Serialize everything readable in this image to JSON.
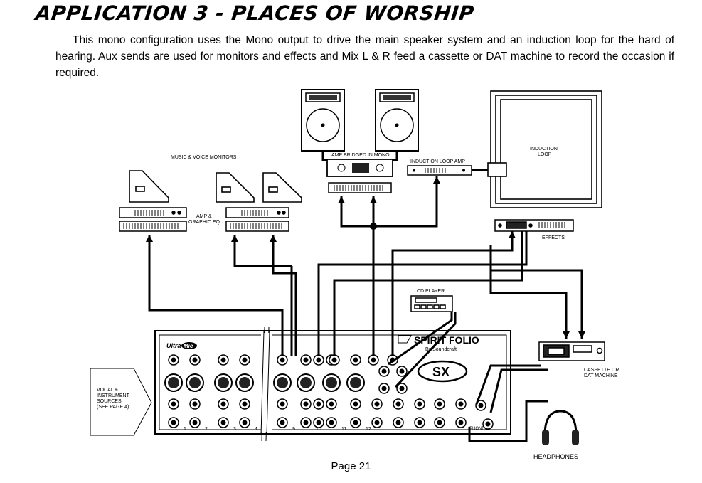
{
  "header": {
    "title": "APPLICATION 3 - PLACES OF WORSHIP",
    "intro": "This mono configuration uses the Mono output to drive the main speaker system and an induction loop for the hard of hearing.  Aux sends are used for monitors and effects and Mix L & R feed a cassette or DAT machine to record the occasion if required."
  },
  "labels": {
    "monitors": "MUSIC & VOICE MONITORS",
    "amp_eq_1": "AMP &",
    "amp_eq_2": "GRAPHIC EQ",
    "amp_bridged": "AMP BRIDGED IN MONO",
    "induction_amp": "INDUCTION LOOP AMP",
    "induction_loop_1": "INDUCTION",
    "induction_loop_2": "LOOP",
    "effects": "EFFECTS",
    "cd_player": "CD PLAYER",
    "cassette_1": "CASSETTE OR",
    "cassette_2": "DAT MACHINE",
    "sources_1": "VOCAL &",
    "sources_2": "INSTRUMENT",
    "sources_3": "SOURCES",
    "sources_4": "(SEE PAGE 4)",
    "headphones": "HEADPHONES",
    "brand": "SPIRIT FOLIO",
    "brand_sub": "By Soundcraft",
    "ultramic": "Ultra",
    "mic_badge": "Mic",
    "sx": "SX",
    "phones": "PHONES"
  },
  "channels": [
    "1",
    "2",
    "3",
    "4",
    "9",
    "10",
    "11",
    "12"
  ],
  "footer": {
    "page": "Page 21"
  }
}
